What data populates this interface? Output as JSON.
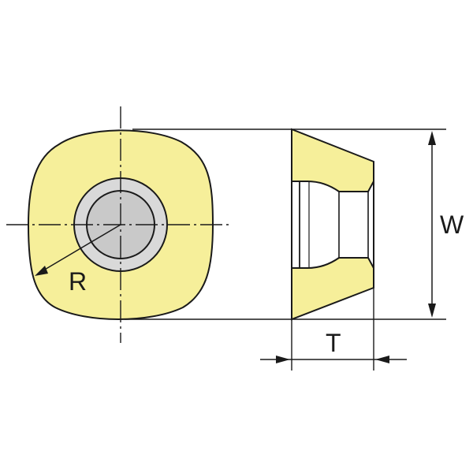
{
  "labels": {
    "radius": "R",
    "width": "W",
    "thickness": "T"
  },
  "colors": {
    "insert_fill": "#f6ef9a",
    "outline": "#1a1a1a",
    "hole_outer": "#d9d9d9",
    "hole_inner": "#c9c9c9"
  }
}
